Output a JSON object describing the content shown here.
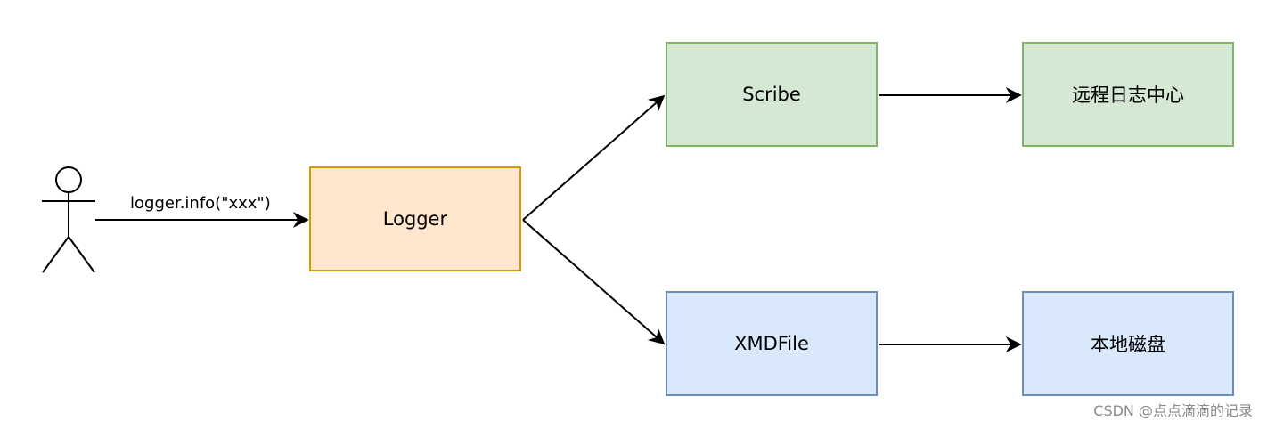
{
  "actor": {
    "icon": "stick-figure-actor-icon"
  },
  "edge_label": "logger.info(\"xxx\")",
  "nodes": {
    "logger": "Logger",
    "scribe": "Scribe",
    "remote": "远程日志中心",
    "xmdfile": "XMDFile",
    "disk": "本地磁盘"
  },
  "colors": {
    "logger_fill": "#ffe6cc",
    "logger_stroke": "#d79b00",
    "green_fill": "#d5e8d4",
    "green_stroke": "#82b366",
    "blue_fill": "#dae8fc",
    "blue_stroke": "#6c8ebf"
  },
  "watermark": "CSDN @点点滴滴的记录"
}
